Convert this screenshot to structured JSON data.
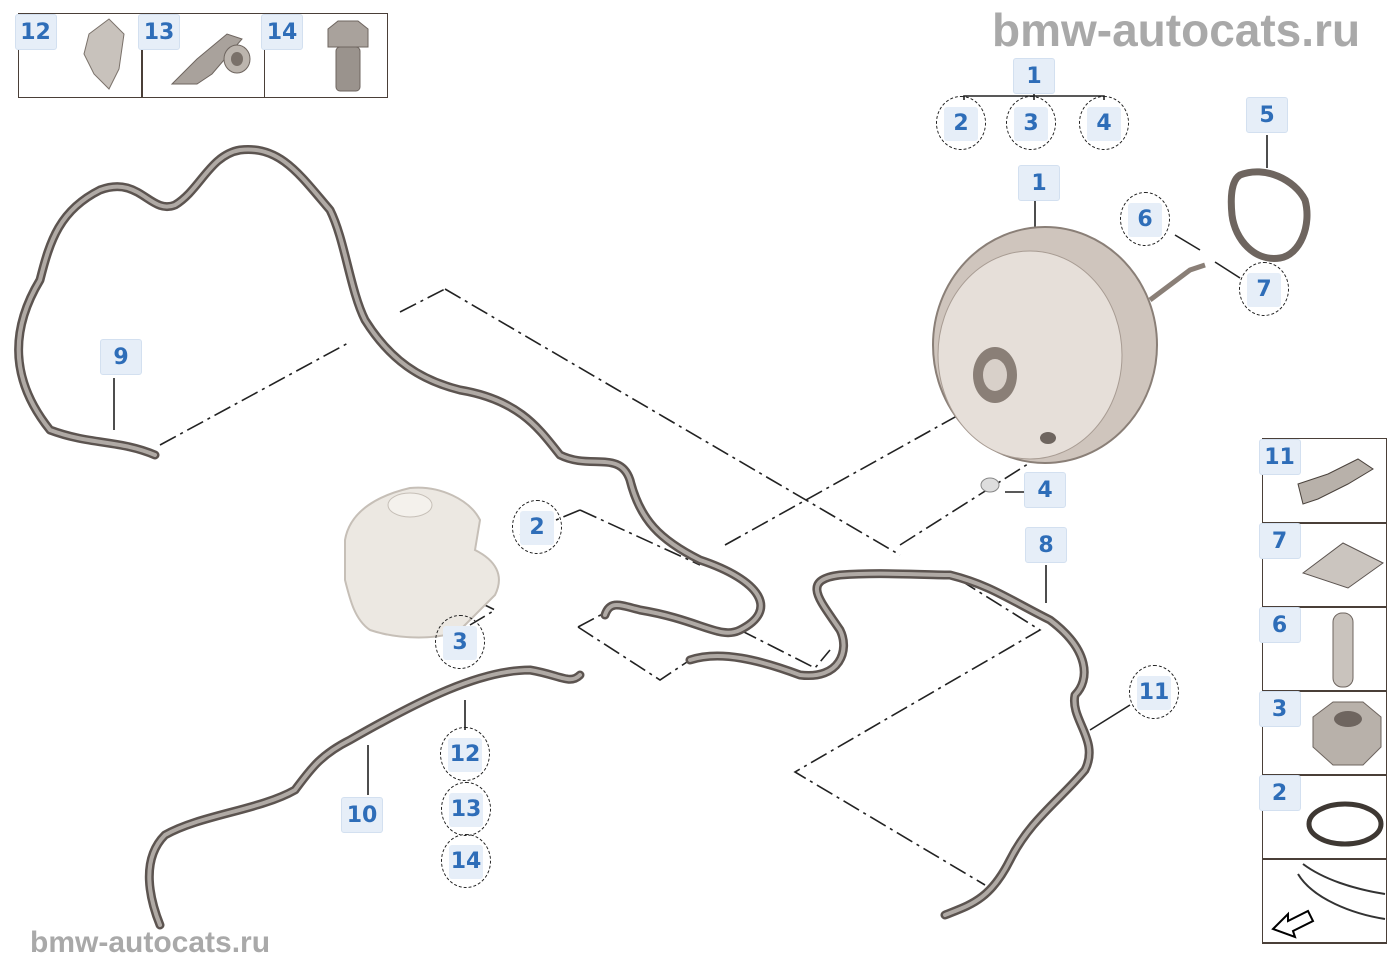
{
  "watermark": {
    "top": "bmw-autocats.ru",
    "bottom": "bmw-autocats.ru"
  },
  "top_strip": [
    "12",
    "13",
    "14"
  ],
  "side_strip": [
    "11",
    "7",
    "6",
    "3",
    "2"
  ],
  "callouts": [
    "1",
    "2",
    "3",
    "4",
    "5",
    "1",
    "6",
    "7",
    "9",
    "2",
    "3",
    "4",
    "8",
    "11",
    "10",
    "12",
    "13",
    "14"
  ],
  "colors": {
    "label_text": "#2e6db8",
    "label_bg": "#e6eef8",
    "pipe": "#7a706a",
    "line": "#222222"
  }
}
